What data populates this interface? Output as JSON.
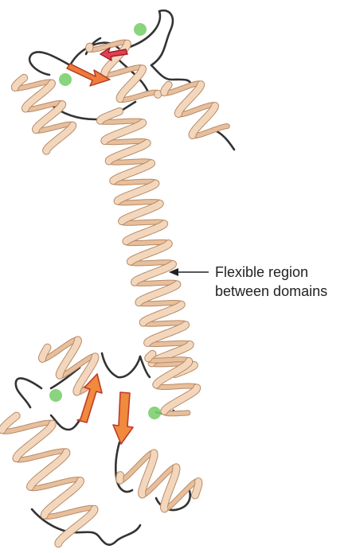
{
  "annotation": {
    "line1": "Flexible region",
    "line2": "between domains"
  },
  "colors": {
    "helix_fill": "#f3d7bd",
    "helix_edge": "#b88a66",
    "helix_shadow": "#e7bf9c",
    "coil": "#333333",
    "strand_fill": "#ee7a3c",
    "strand_edge": "#c0392b",
    "ion": "#7ccf6e",
    "arrow": "#222222"
  },
  "icons": {
    "arrow": "left-arrow-icon",
    "ion": "calcium-ion-sphere"
  }
}
